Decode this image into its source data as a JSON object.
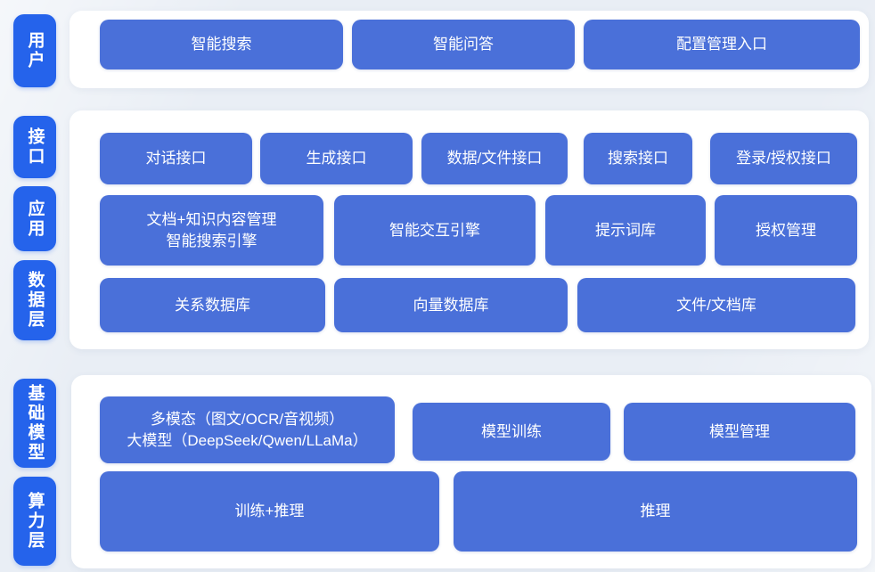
{
  "diagram": {
    "colors": {
      "page_bg": "#e9eef5",
      "panel_bg": "#ffffff",
      "layer_label_bg": "#2563eb",
      "block_bg": "#4a70d9",
      "text": "#ffffff"
    },
    "layers": [
      {
        "id": "user",
        "label": "用户"
      },
      {
        "id": "interface",
        "label": "接口"
      },
      {
        "id": "application",
        "label": "应用"
      },
      {
        "id": "data",
        "label": "数据层"
      },
      {
        "id": "foundation_model",
        "label": "基础模型"
      },
      {
        "id": "compute",
        "label": "算力层"
      }
    ],
    "rows": {
      "user": [
        "智能搜索",
        "智能问答",
        "配置管理入口"
      ],
      "interface": [
        "对话接口",
        "生成接口",
        "数据/文件接口",
        "搜索接口",
        "登录/授权接口"
      ],
      "application": [
        "文档+知识内容管理\n智能搜索引擎",
        "智能交互引擎",
        "提示词库",
        "授权管理"
      ],
      "data": [
        "关系数据库",
        "向量数据库",
        "文件/文档库"
      ],
      "foundation_model": [
        "多模态（图文/OCR/音视频）\n大模型（DeepSeek/Qwen/LLaMa）",
        "模型训练",
        "模型管理"
      ],
      "compute": [
        "训练+推理",
        "推理"
      ]
    }
  }
}
